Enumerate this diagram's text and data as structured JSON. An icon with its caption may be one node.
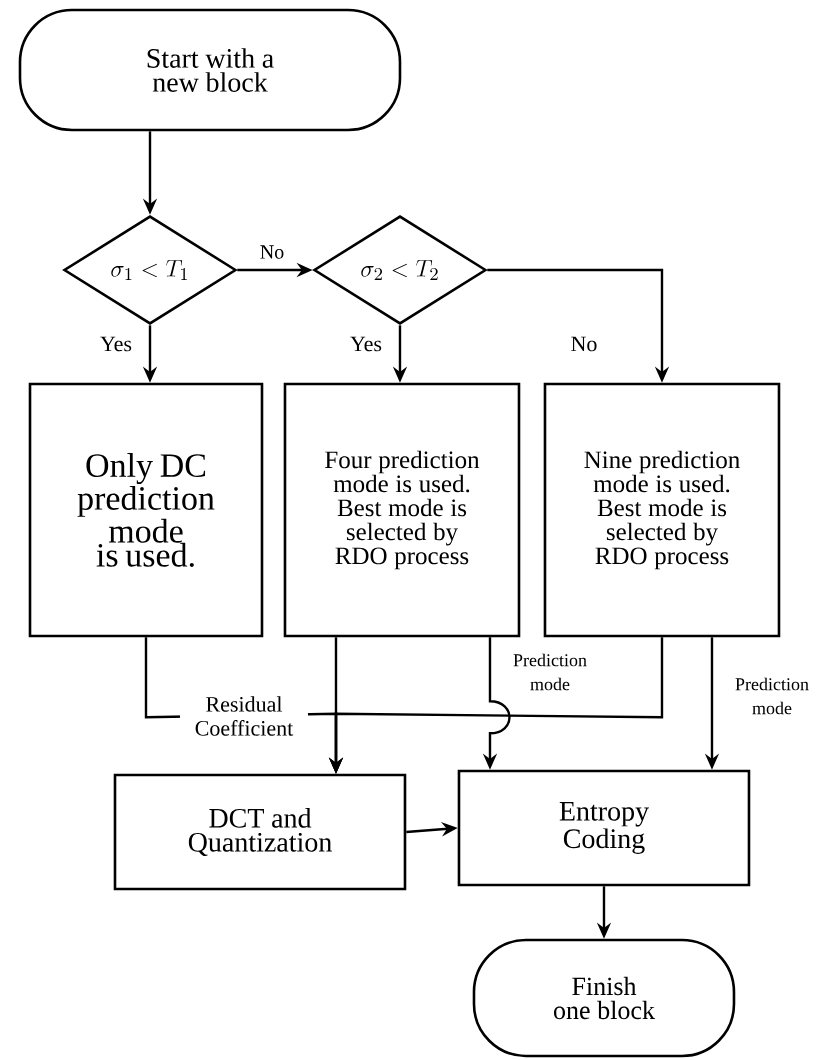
{
  "diagram": {
    "nodes": [
      {
        "text": [
          "Start with a new block"
        ]
      },
      {
        "text": [
          "\\sigma_1 < T_1"
        ]
      },
      {
        "text": [
          "\\sigma_2 < T_2"
        ]
      },
      {
        "text": [
          "Only DC prediction mode is used."
        ]
      },
      {
        "text": [
          "Four prediction mode is used. Best mode is selected by RDO process"
        ]
      },
      {
        "text": [
          "Nine prediction mode is used. Best mode is selected by RDO process"
        ]
      },
      {
        "text": [
          "DCT and Quantization"
        ]
      },
      {
        "text": [
          "Entropy Coding"
        ]
      },
      {
        "text": [
          "Finish one block"
        ]
      }
    ],
    "edges": [
      {
        "from": 0,
        "to": 1,
        "arrow": "to"
      },
      {
        "from": 1,
        "to": 2,
        "arrow": "to",
        "label": "No"
      },
      {
        "from": 1,
        "to": 3,
        "arrow": "to",
        "label": "Yes"
      },
      {
        "from": 2,
        "to": 4,
        "arrow": "to",
        "label": "Yes"
      },
      {
        "from": 2,
        "to": 5,
        "arrow": "to",
        "label": "No"
      },
      {
        "from": 3,
        "to": 6,
        "arrow": "to",
        "label": "Residual Coefficient"
      },
      {
        "from": 4,
        "to": 6,
        "arrow": "to"
      },
      {
        "from": 5,
        "to": 6,
        "arrow": "to"
      },
      {
        "from": 4,
        "to": 7,
        "arrow": "to",
        "label": "Prediction mode"
      },
      {
        "from": 5,
        "to": 7,
        "arrow": "to",
        "label": "Prediction mode"
      },
      {
        "from": 6,
        "to": 7,
        "arrow": "to"
      },
      {
        "from": 7,
        "to": 8,
        "arrow": "to"
      }
    ]
  }
}
